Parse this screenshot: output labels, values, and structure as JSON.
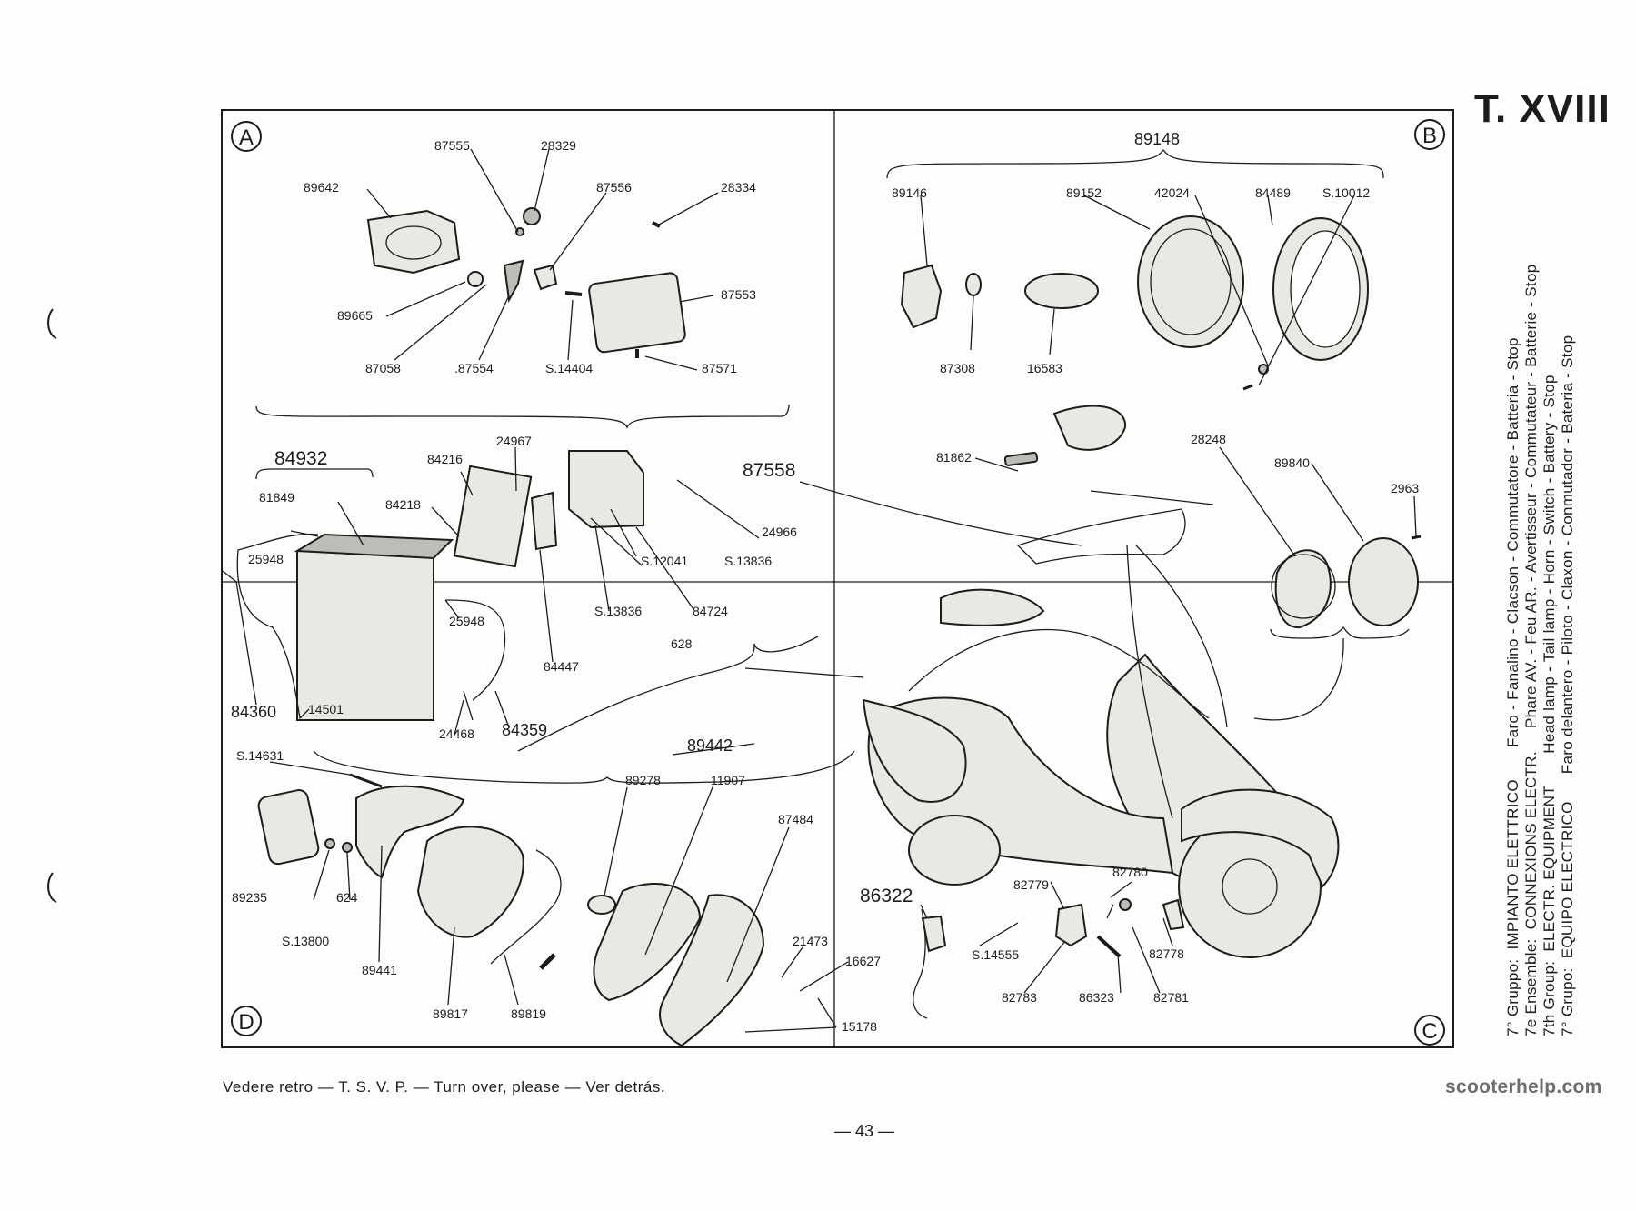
{
  "plate": {
    "code": "T. XVIII"
  },
  "section_letters": {
    "a": "A",
    "b": "B",
    "c": "C",
    "d": "D"
  },
  "group_titles": [
    {
      "prefix": "7° Gruppo:",
      "title": "IMPIANTO ELETTRICO",
      "subtitle": "Faro - Fanalino - Clacson - Commutatore - Batteria - Stop"
    },
    {
      "prefix": "7e Ensemble:",
      "title": "CONNEXIONS ELECTR.",
      "subtitle": "Phare AV. - Feu AR. - Avertisseur - Commutateur - Batterie - Stop"
    },
    {
      "prefix": "7th Group:",
      "title": "ELECTR. EQUIPMENT",
      "subtitle": "Head lamp - Tail lamp - Horn - Switch - Battery - Stop"
    },
    {
      "prefix": "7° Grupo:",
      "title": "EQUIPO ELECTRICO",
      "subtitle": "Faro delantero - Piloto - Claxon - Conmutador - Bateria - Stop"
    }
  ],
  "part_numbers": {
    "a": [
      "87555",
      "28329",
      "89642",
      "87556",
      "28334",
      "87553",
      "89665",
      "87058",
      ".87554",
      "S.14404",
      "87571"
    ],
    "b": [
      "89148",
      "89146",
      "89152",
      "42024",
      "84489",
      "S.10012",
      "87308",
      "16583"
    ],
    "battery": [
      "84932",
      "84216",
      "24967",
      "81849",
      "84218",
      "25948",
      "87558",
      "24966",
      "S.12041",
      "S.13836",
      "S.13836",
      "84724",
      "25948",
      "628",
      "84447",
      "84360",
      "14501",
      "24468",
      "84359"
    ],
    "c": [
      "81862",
      "28248",
      "89840",
      "2963",
      "86322",
      "82780",
      "82779",
      "82778",
      "S.14555",
      "82783",
      "86323",
      "82781"
    ],
    "d": [
      "89442",
      "S.14631",
      "89278",
      "11907",
      "87484",
      "89235",
      "624",
      "S.13800",
      "89441",
      "21473",
      "16627",
      "89817",
      "89819",
      "15178"
    ]
  },
  "footer": {
    "note": "Vedere retro — T. S. V. P. — Turn over, please — Ver detrás.",
    "page": "— 43 —"
  },
  "watermark": "scooterhelp.com"
}
